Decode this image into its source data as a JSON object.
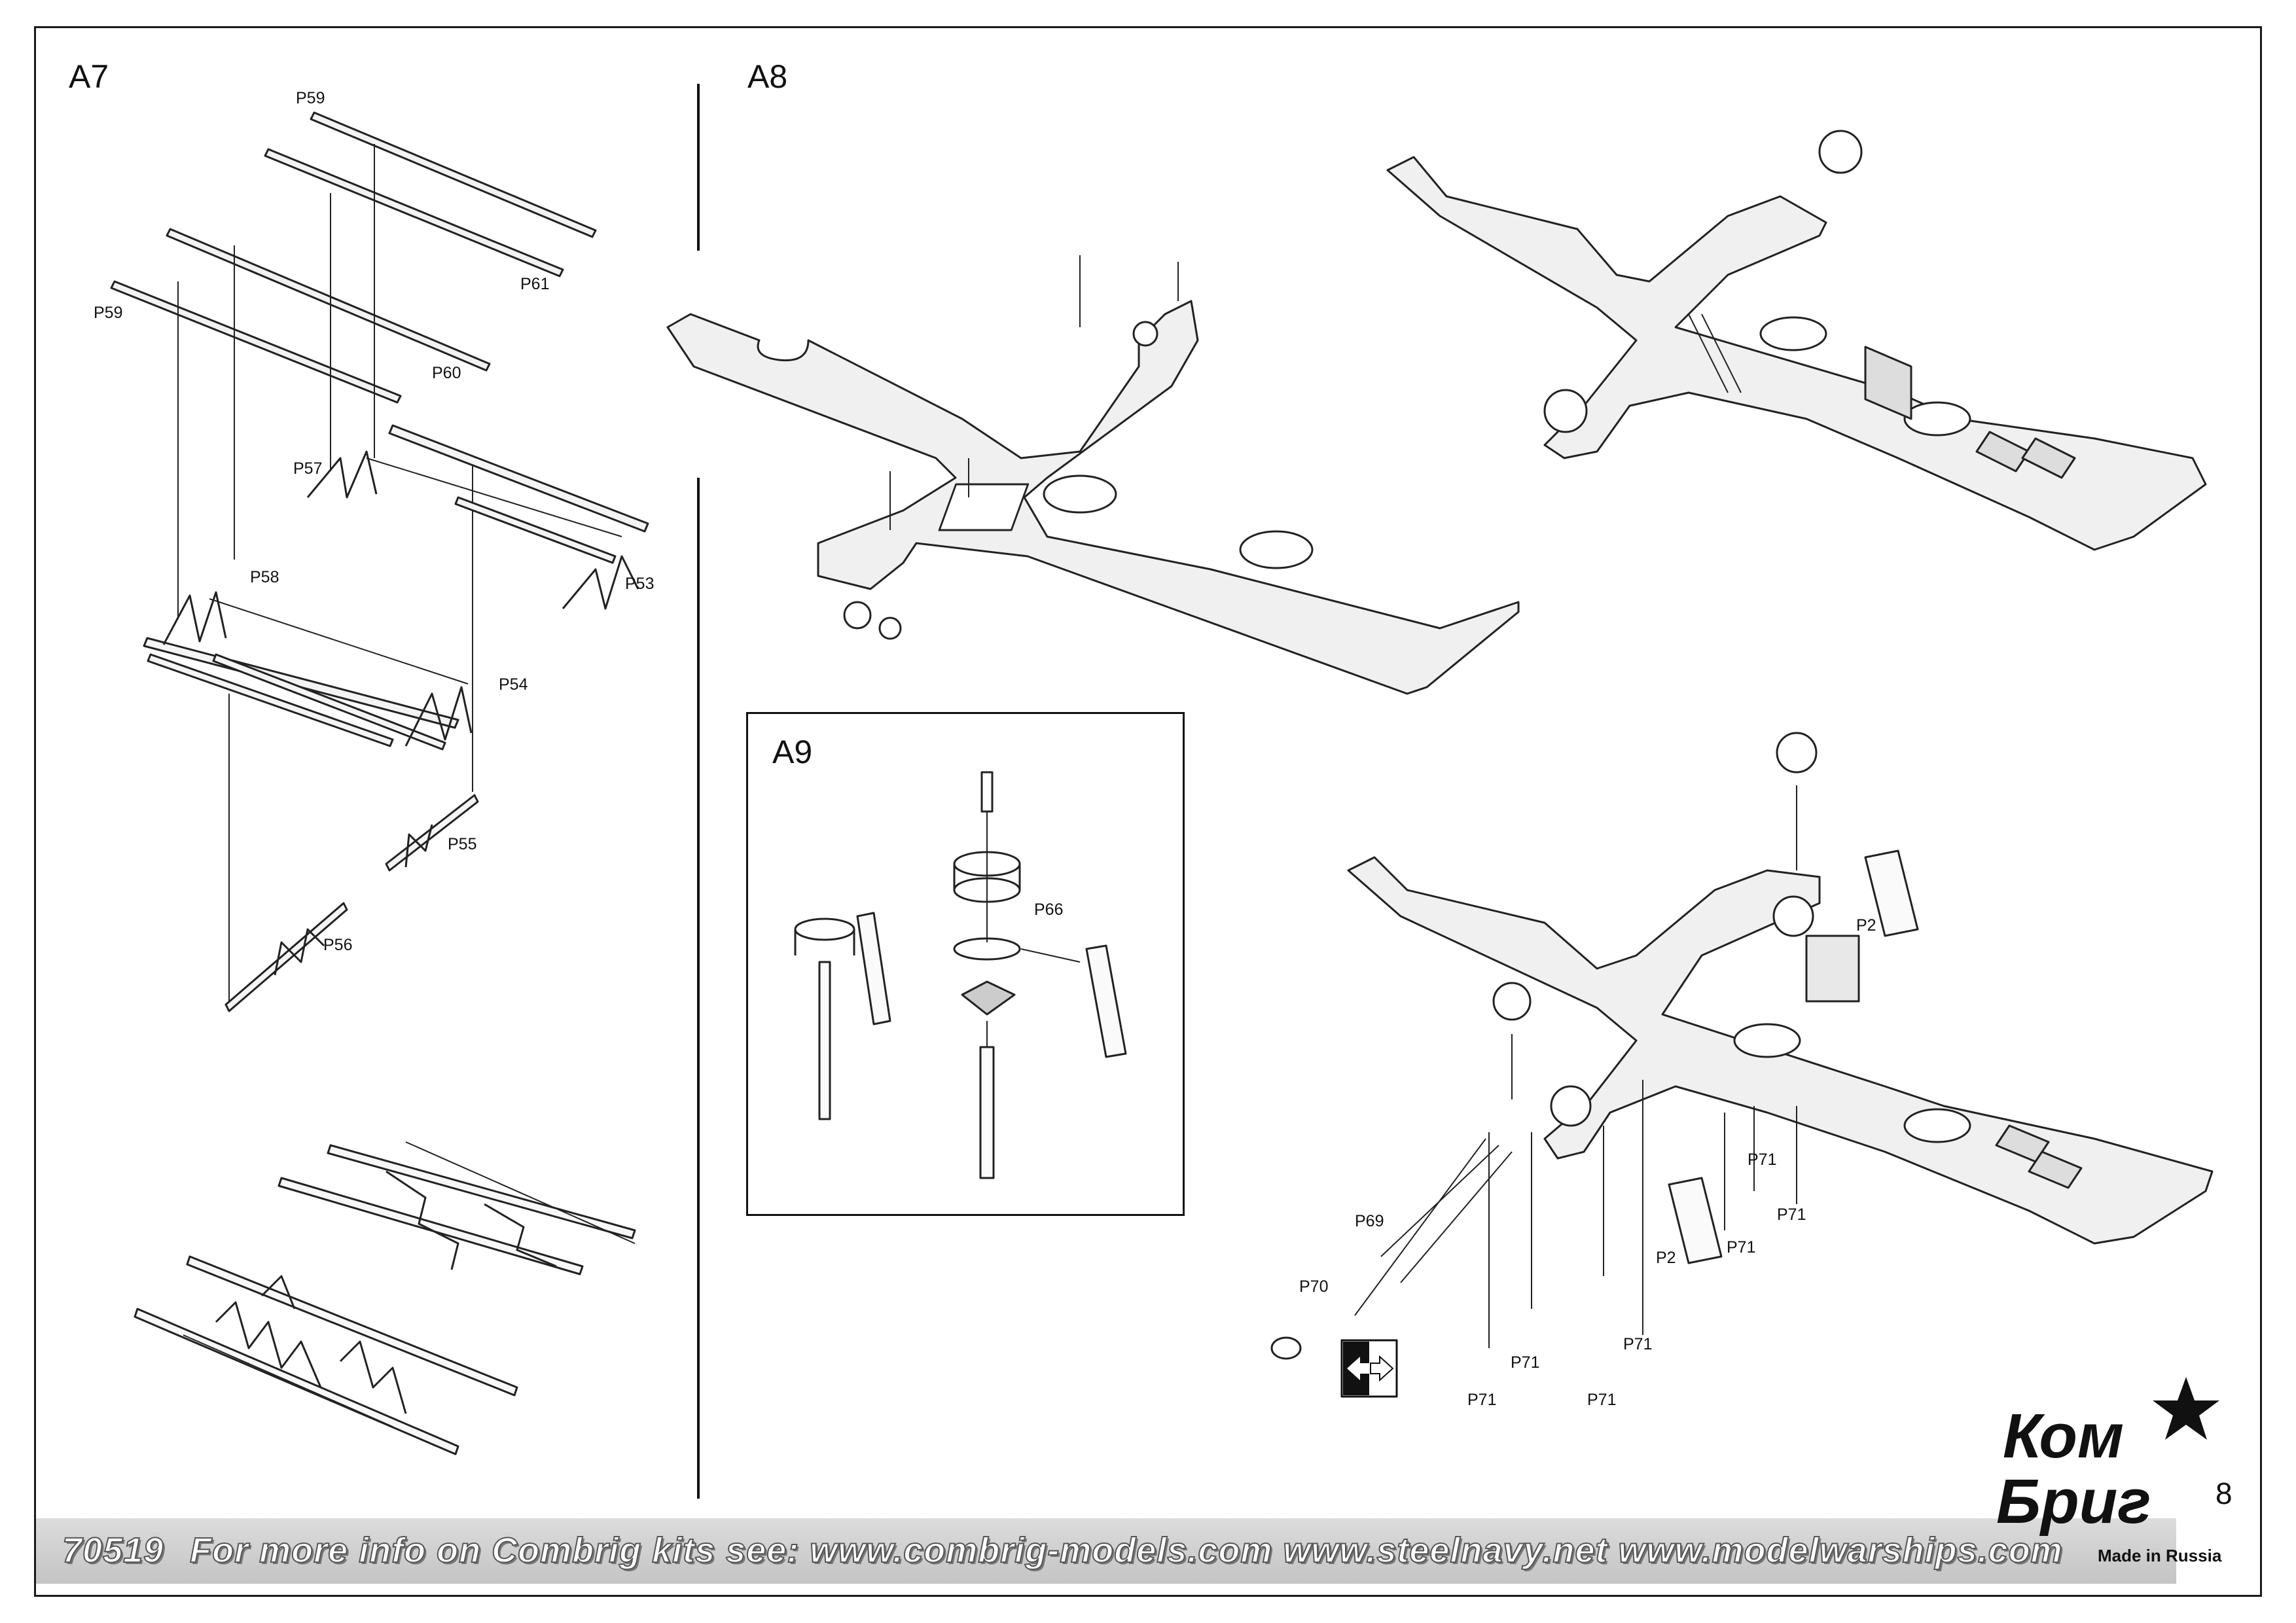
{
  "sections": {
    "a7": "A7",
    "a8": "A8",
    "a9": "A9"
  },
  "parts_a7": {
    "p59_top": "P59",
    "p59_left": "P59",
    "p61": "P61",
    "p60": "P60",
    "p57": "P57",
    "p58": "P58",
    "p53": "P53",
    "p54": "P54",
    "p55": "P55",
    "p56": "P56"
  },
  "parts_a9": {
    "p66": "P66"
  },
  "parts_a8": {
    "p2_upper": "P2",
    "p2_lower": "P2",
    "p69": "P69",
    "p70": "P70",
    "p71_1": "P71",
    "p71_2": "P71",
    "p71_3": "P71",
    "p71_4": "P71",
    "p71_5": "P71",
    "p71_6": "P71",
    "p71_7": "P71"
  },
  "footer": {
    "code": "70519",
    "text": "For more info on Combrig kits see: www.combrig-models.com www.steelnavy.net  www.modelwarships.com"
  },
  "brand": {
    "line1": "Ком",
    "line2": "Бриг",
    "made_in": "Made in Russia"
  },
  "page_number": "8",
  "icons": {
    "direction": "arrow-left-right-icon",
    "logo_star": "star-icon"
  }
}
